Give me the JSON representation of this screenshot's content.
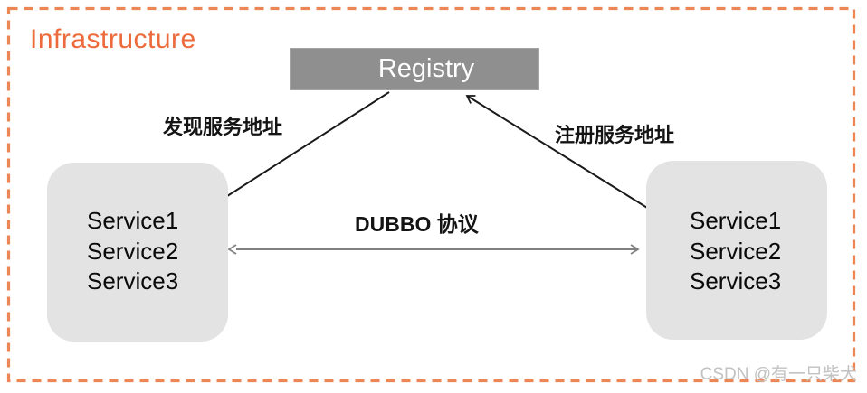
{
  "title": "Infrastructure",
  "registry": {
    "label": "Registry"
  },
  "boxes": {
    "left": {
      "services": [
        "Service1",
        "Service2",
        "Service3"
      ]
    },
    "right": {
      "services": [
        "Service1",
        "Service2",
        "Service3"
      ]
    }
  },
  "arrows": {
    "discover": {
      "label": "发现服务地址",
      "from": "registry",
      "to": "left-box"
    },
    "register": {
      "label": "注册服务地址",
      "from": "right-box",
      "to": "registry"
    },
    "protocol": {
      "label": "DUBBO 协议",
      "direction": "bidirectional"
    }
  },
  "watermark": "CSDN @有一只柴犬",
  "colors": {
    "accent_orange_text": "#ec6a3c",
    "boundary_orange_dash": "#ec8655",
    "registry_fill": "#8f8f8f",
    "service_box_fill": "#e3e3e3",
    "arrow_dark": "#1a1a1a",
    "arrow_gray": "#808080",
    "watermark_gray": "#c2c2c2"
  }
}
